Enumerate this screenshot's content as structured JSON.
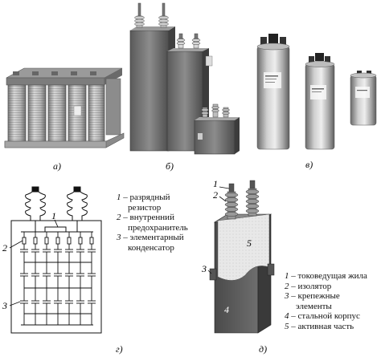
{
  "panels": {
    "a": {
      "caption": "а)"
    },
    "b": {
      "caption": "б)"
    },
    "v": {
      "caption": "в)"
    },
    "g": {
      "caption": "г)"
    },
    "d": {
      "caption": "д)"
    }
  },
  "schematic": {
    "callouts": [
      "1",
      "2",
      "3"
    ],
    "legend": [
      {
        "num": "1",
        "lines": [
          "разрядный",
          "резистор"
        ]
      },
      {
        "num": "2",
        "lines": [
          "внутренний",
          "предохранитель"
        ]
      },
      {
        "num": "3",
        "lines": [
          "элементарный",
          "конденсатор"
        ]
      }
    ]
  },
  "cutaway": {
    "callouts": [
      "1",
      "2",
      "3",
      "4",
      "5"
    ],
    "legend": [
      {
        "num": "1",
        "lines": [
          "токоведущая жила"
        ]
      },
      {
        "num": "2",
        "lines": [
          "изолятор"
        ]
      },
      {
        "num": "3",
        "lines": [
          "крепежные",
          "элементы"
        ]
      },
      {
        "num": "4",
        "lines": [
          "стальной корпус"
        ]
      },
      {
        "num": "5",
        "lines": [
          "активная часть"
        ]
      }
    ]
  }
}
